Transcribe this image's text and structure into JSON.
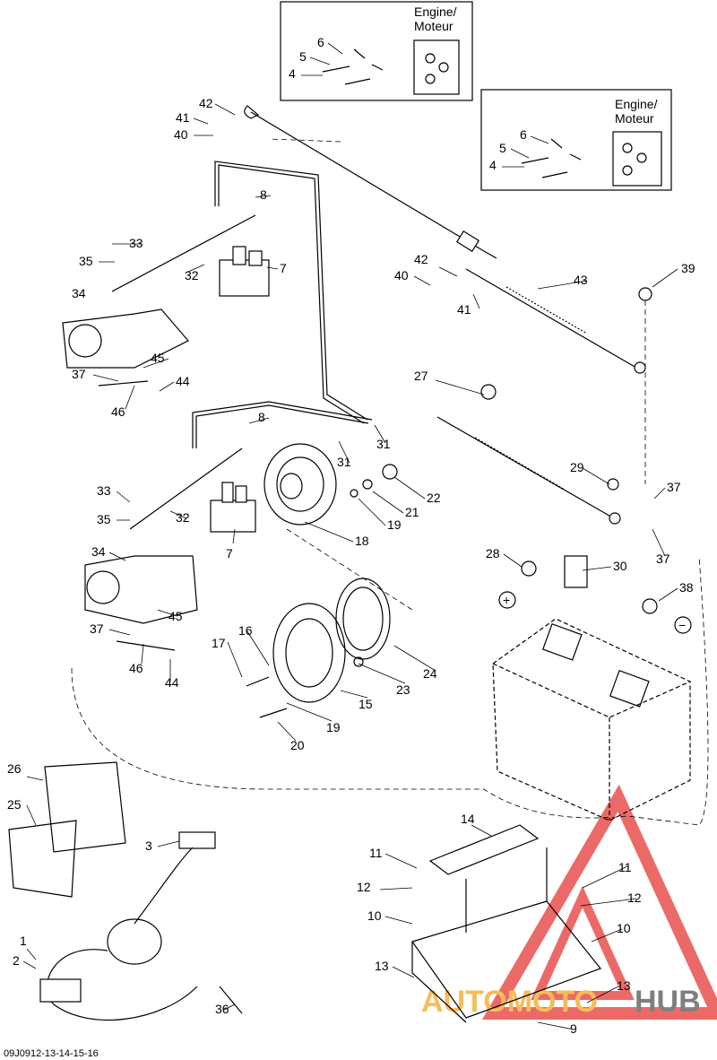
{
  "insets": [
    {
      "line1": "Engine/",
      "line2": "Moteur"
    },
    {
      "line1": "Engine/",
      "line2": "Moteur"
    }
  ],
  "callouts": [
    {
      "text": "6"
    },
    {
      "text": "5"
    },
    {
      "text": "4"
    },
    {
      "text": "6"
    },
    {
      "text": "5"
    },
    {
      "text": "4"
    },
    {
      "text": "42"
    },
    {
      "text": "41"
    },
    {
      "text": "40"
    },
    {
      "text": "8"
    },
    {
      "text": "33"
    },
    {
      "text": "35"
    },
    {
      "text": "32"
    },
    {
      "text": "7"
    },
    {
      "text": "34"
    },
    {
      "text": "45"
    },
    {
      "text": "37"
    },
    {
      "text": "44"
    },
    {
      "text": "46"
    },
    {
      "text": "42"
    },
    {
      "text": "40"
    },
    {
      "text": "41"
    },
    {
      "text": "43"
    },
    {
      "text": "39"
    },
    {
      "text": "27"
    },
    {
      "text": "8"
    },
    {
      "text": "31"
    },
    {
      "text": "31"
    },
    {
      "text": "29"
    },
    {
      "text": "37"
    },
    {
      "text": "22"
    },
    {
      "text": "21"
    },
    {
      "text": "19"
    },
    {
      "text": "18"
    },
    {
      "text": "33"
    },
    {
      "text": "35"
    },
    {
      "text": "32"
    },
    {
      "text": "7"
    },
    {
      "text": "37"
    },
    {
      "text": "28"
    },
    {
      "text": "30"
    },
    {
      "text": "38"
    },
    {
      "text": "34"
    },
    {
      "text": "45"
    },
    {
      "text": "37"
    },
    {
      "text": "46"
    },
    {
      "text": "44"
    },
    {
      "text": "17"
    },
    {
      "text": "16"
    },
    {
      "text": "23"
    },
    {
      "text": "24"
    },
    {
      "text": "15"
    },
    {
      "text": "19"
    },
    {
      "text": "20"
    },
    {
      "text": "26"
    },
    {
      "text": "25"
    },
    {
      "text": "3"
    },
    {
      "text": "14"
    },
    {
      "text": "11"
    },
    {
      "text": "12"
    },
    {
      "text": "11"
    },
    {
      "text": "12"
    },
    {
      "text": "10"
    },
    {
      "text": "10"
    },
    {
      "text": "13"
    },
    {
      "text": "13"
    },
    {
      "text": "9"
    },
    {
      "text": "1"
    },
    {
      "text": "2"
    },
    {
      "text": "36"
    }
  ],
  "polarity": {
    "positive": "+",
    "negative": "−"
  },
  "reference_code": "09J0912-13-14-15-16",
  "watermark": {
    "text_a": "AUTOMOTO",
    "text_b": "HUB"
  },
  "colors": {
    "watermark_red": "#e53935",
    "watermark_orange": "#f5a623",
    "watermark_gray": "#555555"
  }
}
